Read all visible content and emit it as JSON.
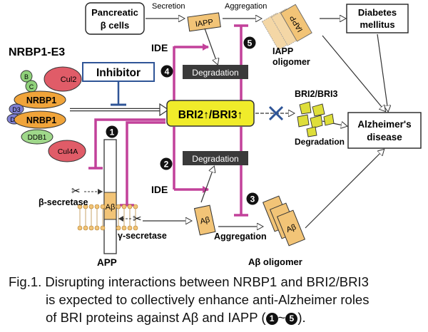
{
  "diagram": {
    "pancreatic_line1": "Pancreatic",
    "pancreatic_line2": "β cells",
    "secretion": "Secretion",
    "aggregation_top": "Aggregation",
    "iapp_monomer": "IAPP",
    "iapp_oligomer_label_line1": "IAPP",
    "iapp_oligomer_label_line2": "oligomer",
    "iapp_sheet": "IAPP",
    "diabetes_line1": "Diabetes",
    "diabetes_line2": "mellitus",
    "nrbp1_e3": "NRBP1-E3",
    "ide_top": "IDE",
    "degradation_top": "Degradation",
    "inhibitor": "Inhibitor",
    "cul2": "Cul2",
    "b_sub": "B",
    "c_sub": "C",
    "nrbp1_a": "NRBP1",
    "nrbp1_b": "NRBP1",
    "d3": "D3",
    "d4": "D4",
    "ddb1": "DDB1",
    "cul4a": "Cul4A",
    "bri_box": "BRI2↑/BRI3↑",
    "bri_frag_label": "BRI2/BRI3",
    "degradation_frag": "Degradation",
    "alzheimers_line1": "Alzheimer's",
    "alzheimers_line2": "disease",
    "degradation_mid": "Degradation",
    "ide_bottom": "IDE",
    "beta_secretase": "β-secretase",
    "gamma_secretase": "γ-secretase",
    "abeta_membrane": "Aβ",
    "abeta_monomer": "Aβ",
    "aggregation_bottom": "Aggregation",
    "abeta_stack": "Aβ",
    "abeta_oligomer": "Aβ oligomer",
    "app": "APP",
    "badge_1": "1",
    "badge_2": "2",
    "badge_3": "3",
    "badge_4": "4",
    "badge_5": "5"
  },
  "caption": {
    "line1": "Fig.1. Disrupting interactions between NRBP1 and BRI2/BRI3",
    "line2": "is expected to collectively enhance anti-Alzheimer roles",
    "line3_text": "of BRI proteins against Aβ and IAPP (",
    "badge_start": "1",
    "tilde": "~",
    "badge_end": "5",
    "close": ")."
  },
  "colors": {
    "magenta": "#c2419a",
    "dark_box": "#3a3a3a",
    "bri_fill": "#f0ec2a",
    "inhibitor_blue": "#2f5597",
    "peptide_fill": "#f2c477",
    "frag_fill": "#dede3a",
    "nrbp1_orange": "#f0a43a",
    "cul_red": "#e05c68",
    "bc_green": "#8fd17a",
    "d_purple": "#7f7fd0",
    "ddb1_green": "#9fd88a"
  }
}
